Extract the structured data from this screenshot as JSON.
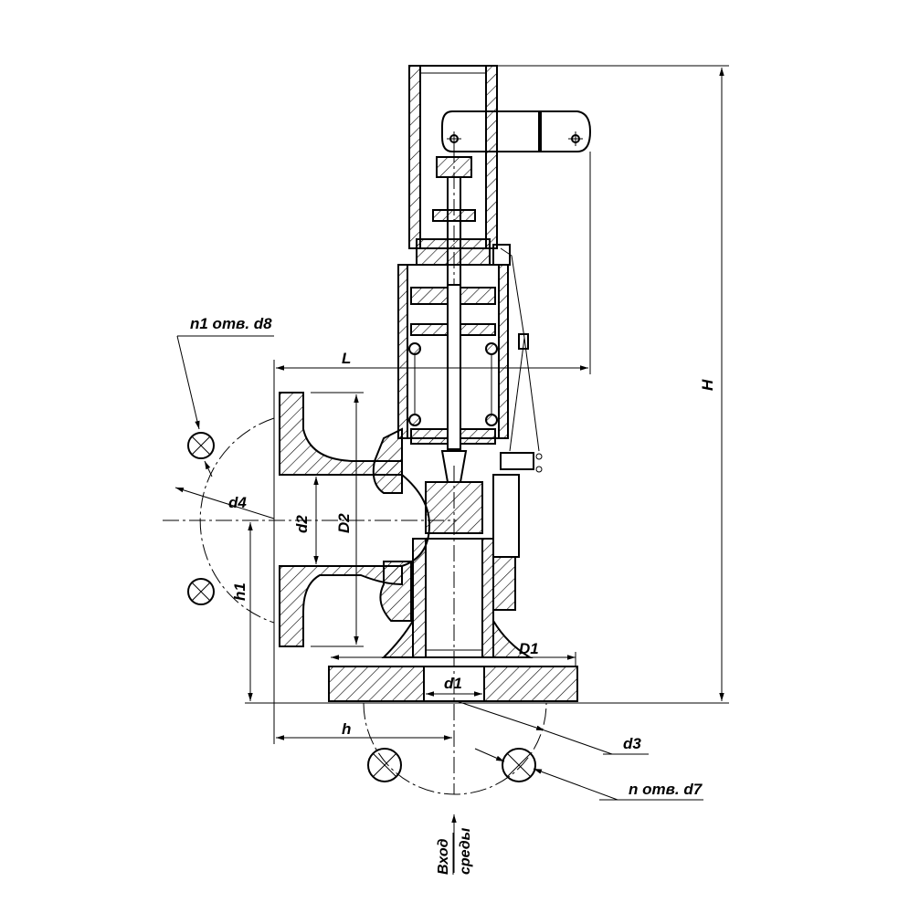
{
  "labels": {
    "n1_holes": "n1 отв. d8",
    "L": "L",
    "H": "H",
    "d4": "d4",
    "d2": "d2",
    "D2": "D2",
    "h1": "h1",
    "D1": "D1",
    "d1": "d1",
    "h": "h",
    "d3": "d3",
    "n_holes": "n отв. d7",
    "inlet_line1": "Вход",
    "inlet_line2": "среды"
  }
}
